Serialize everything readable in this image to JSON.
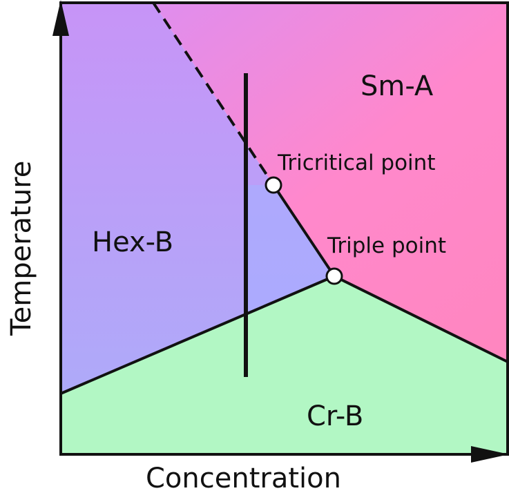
{
  "diagram": {
    "regions": {
      "sm_a": "Sm-A",
      "hex_b": "Hex-B",
      "cr_b": "Cr-B"
    },
    "points": {
      "tricritical": "Tricritical point",
      "triple": "Triple point"
    },
    "axes": {
      "x_label": "Concentration",
      "y_label": "Temperature"
    },
    "colors": {
      "sm_a": "#ff88c6",
      "hex_b": "#b89af0",
      "nematic_wedge": "#a9adff",
      "cr_b": "#b2f7c4",
      "sm_a_top": "#e98ff0",
      "line": "#111111"
    }
  }
}
